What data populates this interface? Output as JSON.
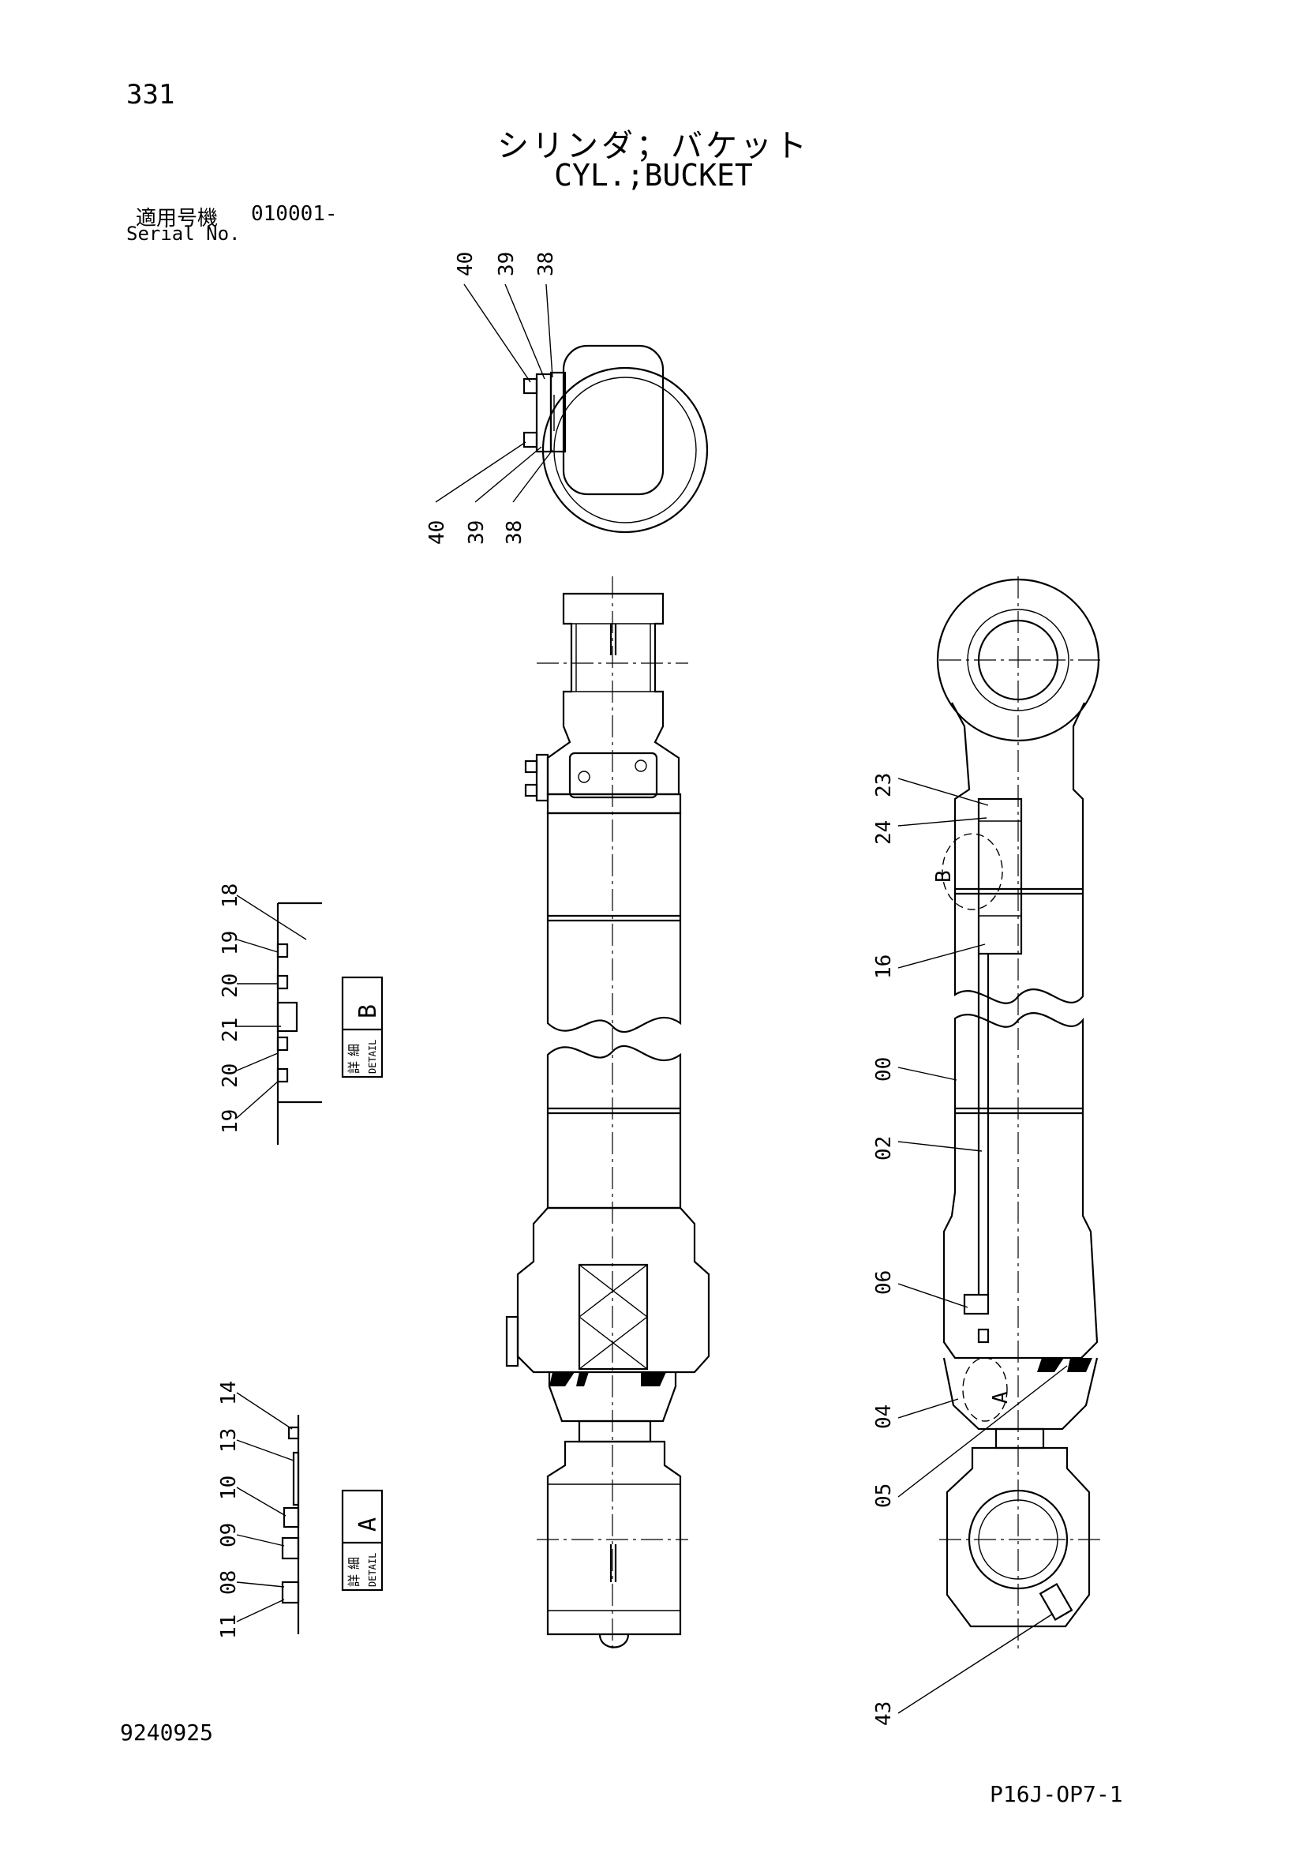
{
  "header": {
    "page_number": "331",
    "title_ja": "シリンダ；バケット",
    "title_en": "CYL.;BUCKET",
    "serial_label_ja": "適用号機",
    "serial_range": "010001-",
    "serial_label_en": "Serial No."
  },
  "footer": {
    "drawing_number": "9240925",
    "page_code": "P16J-OP7-1"
  },
  "detail_b": {
    "letter": "B",
    "kanji1": "詳",
    "kanji2": "細",
    "detail_word": "DETAIL",
    "callouts": [
      "18",
      "19",
      "20",
      "21",
      "20",
      "19"
    ]
  },
  "detail_a": {
    "letter": "A",
    "kanji1": "詳",
    "kanji2": "細",
    "detail_word": "DETAIL",
    "callouts": [
      "14",
      "13",
      "10",
      "09",
      "08",
      "11"
    ]
  },
  "end_view": {
    "callouts_top": [
      "40",
      "39",
      "38"
    ],
    "callouts_bottom": [
      "40",
      "39",
      "38"
    ]
  },
  "section_view": {
    "callouts": [
      "23",
      "24",
      "16",
      "00",
      "02",
      "06",
      "04",
      "05",
      "43"
    ],
    "detail_markers": [
      "B",
      "A"
    ]
  }
}
